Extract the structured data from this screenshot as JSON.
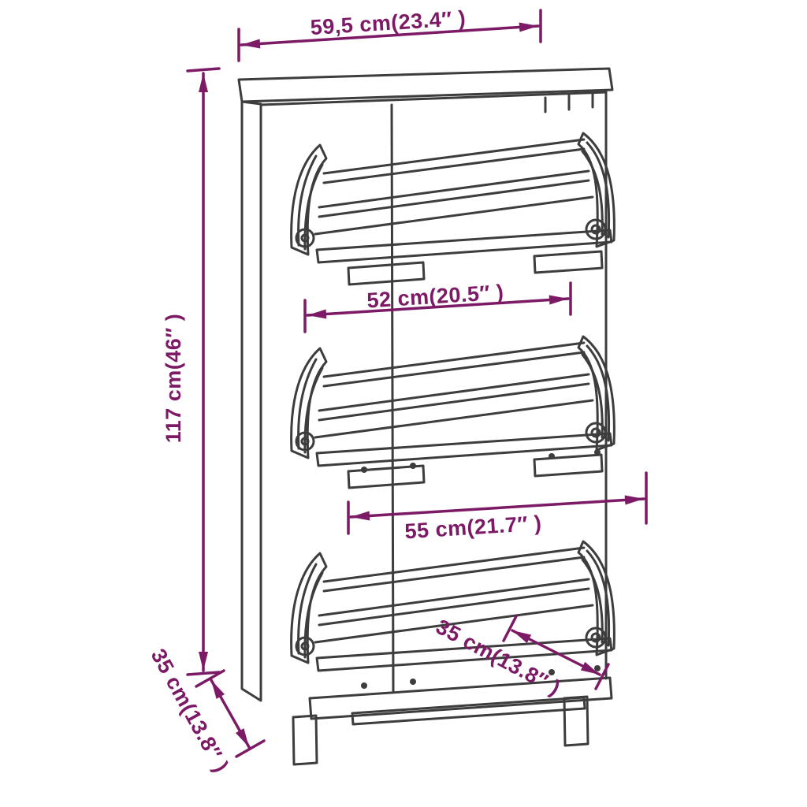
{
  "colors": {
    "line": "#3d3d3d",
    "dimension": "#7c1a66",
    "background": "#ffffff"
  },
  "labels": {
    "top_width": "59,5 cm(23.4″ )",
    "height": "117 cm(46″ )",
    "depth": "35 cm(13.8″ )",
    "inner_width": "52 cm(20.5″ )",
    "shelf_width": "55 cm(21.7″ )",
    "flap_depth": "35 cm(13.8″ )"
  }
}
